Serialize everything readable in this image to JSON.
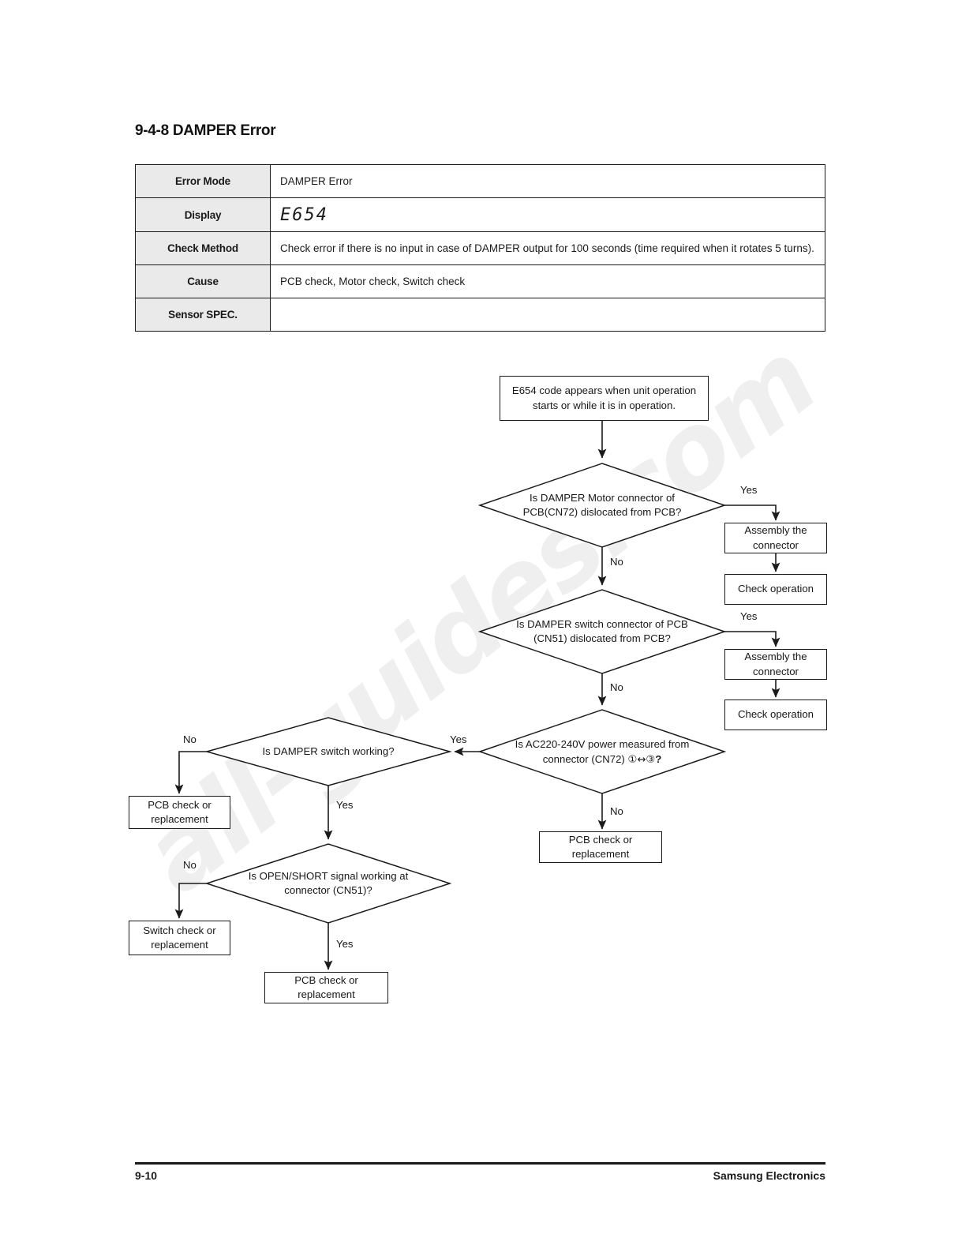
{
  "heading": "9-4-8 DAMPER Error",
  "spec_table": {
    "rows": [
      {
        "label": "Error Mode",
        "value": "DAMPER Error"
      },
      {
        "label": "Display",
        "value": "E654"
      },
      {
        "label": "Check Method",
        "value": "Check error if there is no input in case of DAMPER output for 100 seconds (time required when it rotates 5 turns)."
      },
      {
        "label": "Cause",
        "value": "PCB check, Motor check, Switch check"
      },
      {
        "label": "Sensor SPEC.",
        "value": ""
      }
    ]
  },
  "flowchart": {
    "type": "flowchart",
    "nodes": {
      "start": {
        "shape": "box",
        "text": "E654 code appears when unit operation starts or while it is in operation."
      },
      "d1": {
        "shape": "diamond",
        "text": "Is DAMPER Motor connector of PCB(CN72) dislocated from PCB?"
      },
      "d1_yes_a": {
        "shape": "box",
        "text": "Assembly the connector"
      },
      "d1_yes_b": {
        "shape": "box",
        "text": "Check operation"
      },
      "d2": {
        "shape": "diamond",
        "text": "Is DAMPER switch connector of PCB (CN51) dislocated from PCB?"
      },
      "d2_yes_a": {
        "shape": "box",
        "text": "Assembly the connector"
      },
      "d2_yes_b": {
        "shape": "box",
        "text": "Check operation"
      },
      "d3_line1": {
        "shape": "diamond",
        "text": "Is AC220-240V power measured from"
      },
      "d3_line2_pre": {
        "shape": "diamond",
        "text": "connector (CN72) "
      },
      "d3_c1": {
        "shape": "glyph",
        "text": "①"
      },
      "d3_arrow": {
        "shape": "glyph",
        "text": "↔"
      },
      "d3_c3": {
        "shape": "glyph",
        "text": "③"
      },
      "d3_q": {
        "shape": "glyph",
        "text": "?"
      },
      "d3_no_box": {
        "shape": "box",
        "text": "PCB check or replacement"
      },
      "d4": {
        "shape": "diamond",
        "text": "Is DAMPER switch working?"
      },
      "d4_no_box": {
        "shape": "box",
        "text": "PCB check or replacement"
      },
      "d5": {
        "shape": "diamond",
        "text": "Is OPEN/SHORT signal working at connector (CN51)?"
      },
      "d5_no_box": {
        "shape": "box",
        "text": "Switch check or replacement"
      },
      "d5_yes_box": {
        "shape": "box",
        "text": "PCB check or replacement"
      }
    },
    "edge_labels": {
      "d1_yes": "Yes",
      "d1_no": "No",
      "d2_yes": "Yes",
      "d2_no": "No",
      "d3_yes": "Yes",
      "d3_no": "No",
      "d4_no": "No",
      "d4_yes": "Yes",
      "d5_no": "No",
      "d5_yes": "Yes"
    }
  },
  "watermark": {
    "text": "all-guides.com"
  },
  "footer": {
    "page_number": "9-10",
    "company": "Samsung Electronics"
  }
}
